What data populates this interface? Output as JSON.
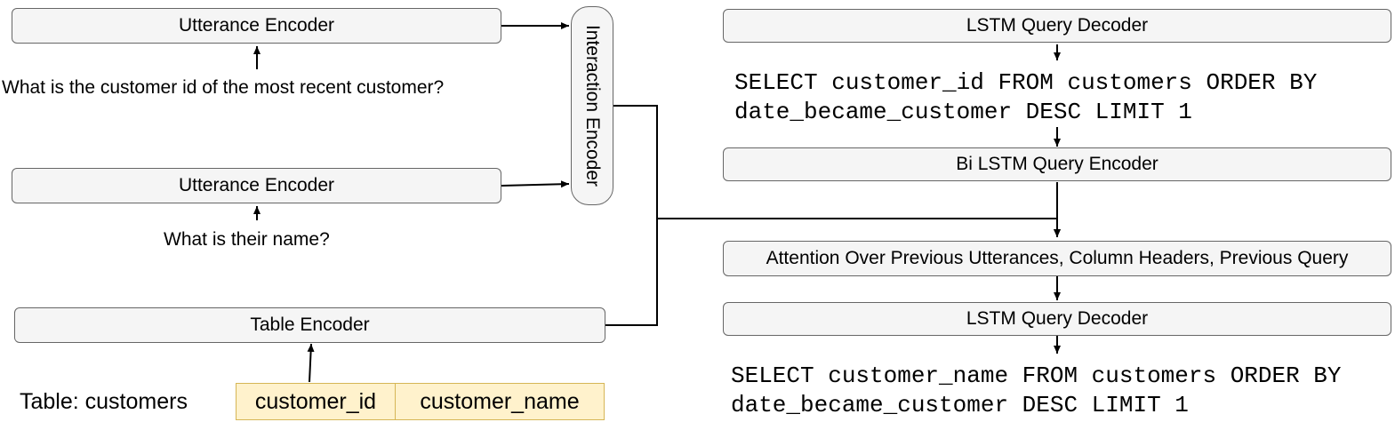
{
  "left": {
    "utterance_encoder_1": "Utterance Encoder",
    "utterance_1": "What is the customer id of the most recent customer?",
    "utterance_encoder_2": "Utterance Encoder",
    "utterance_2": "What is their name?",
    "interaction_encoder": "Interaction Encoder",
    "table_encoder": "Table Encoder",
    "table_label": "Table: customers",
    "table_columns": [
      "customer_id",
      "customer_name"
    ]
  },
  "right": {
    "lstm_decoder_1": "LSTM Query Decoder",
    "query_1_line1": "SELECT customer_id FROM customers ORDER BY",
    "query_1_line2": "date_became_customer DESC LIMIT 1",
    "bi_lstm_encoder": "Bi LSTM Query Encoder",
    "attention": "Attention Over Previous Utterances, Column Headers, Previous Query",
    "lstm_decoder_2": "LSTM Query Decoder",
    "query_2_line1": "SELECT customer_name FROM customers ORDER BY",
    "query_2_line2": "date_became_customer DESC LIMIT 1"
  },
  "colors": {
    "box_fill": "#f5f5f5",
    "box_stroke": "#666666",
    "table_fill": "#fff2cc",
    "table_stroke": "#d6b656"
  }
}
